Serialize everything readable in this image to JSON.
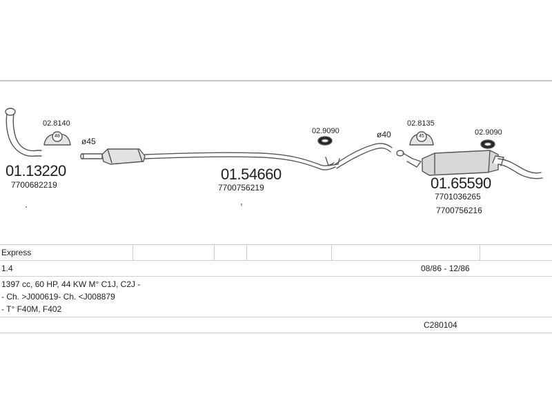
{
  "parts": {
    "front_pipe": {
      "code": "01.13220",
      "oem": "7700682219"
    },
    "clamp_front": {
      "code": "02.8140",
      "diameter": "48"
    },
    "middle_pipe_diameter": "ø45",
    "middle_muffler": {
      "code": "01.54660",
      "oem": "7700756219"
    },
    "rubber_mount_mid": {
      "code": "02.9090"
    },
    "rear_pipe_diameter": "ø40",
    "clamp_rear": {
      "code": "02.8135",
      "diameter": "45"
    },
    "rubber_mount_rear": {
      "code": "02.9090"
    },
    "rear_muffler": {
      "code": "01.65590",
      "oem_1": "7701036265",
      "oem_2": "7700756216"
    }
  },
  "vehicle": {
    "model": "Express",
    "engine": "1.4",
    "years": "08/86 - 12/86",
    "spec": "1397 cc, 60 HP, 44 KW M° C1J, C2J -",
    "chassis": "- Ch. >J000619- Ch. <J008879",
    "gearbox": "- T° F40M, F402",
    "ref": "C280104"
  },
  "colors": {
    "line": "#555555",
    "fill": "#d8d8d8",
    "grid": "#cfcfcf"
  }
}
